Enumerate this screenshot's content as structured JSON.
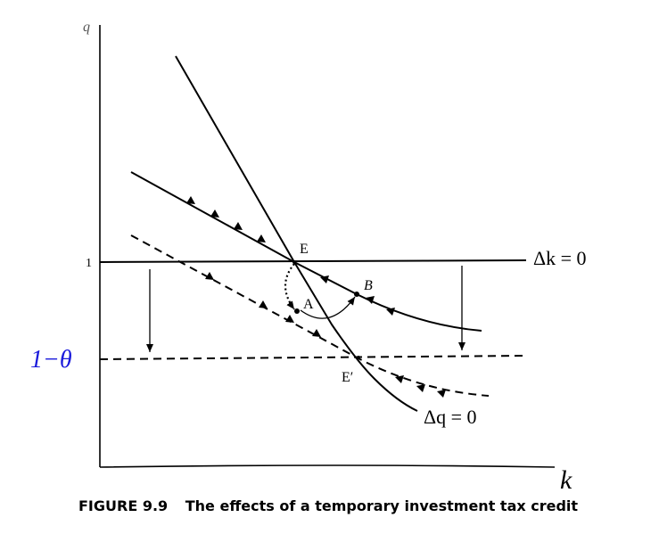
{
  "axes": {
    "y_label": "q",
    "x_label": "k"
  },
  "ticks": {
    "one": "1",
    "one_minus_theta": "1−θ",
    "one_minus_theta_color": "#1a1adb"
  },
  "curve_labels": {
    "delta_k": "Δk = 0",
    "delta_q": "Δq = 0"
  },
  "points": {
    "E": "E",
    "E_prime": "E′",
    "A": "A",
    "B": "B"
  },
  "caption": {
    "figure_number": "FIGURE 9.9",
    "text": "The effects of a temporary investment tax credit"
  },
  "colors": {
    "ink": "#000000",
    "background": "#ffffff"
  }
}
